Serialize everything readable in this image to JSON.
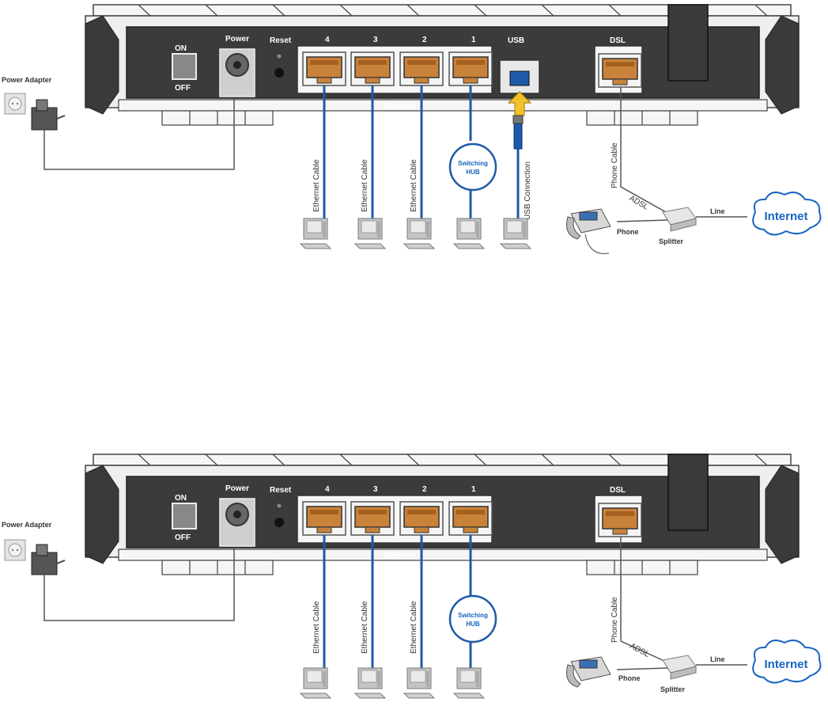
{
  "colors": {
    "panel": "#3b3b3b",
    "chassis": "#eeeeee",
    "port_fill": "#d08a3c",
    "cable": "#1e5aa8",
    "internet": "#1565c0"
  },
  "diagrams": [
    {
      "id": "with-usb",
      "power_adapter": "Power Adapter",
      "switch_on": "ON",
      "switch_off": "OFF",
      "power": "Power",
      "reset": "Reset",
      "ports": [
        "4",
        "3",
        "2",
        "1"
      ],
      "ethernet": "Ethernet",
      "usb": "USB",
      "dsl": "DSL",
      "cables": [
        "Ethernet Cable",
        "Ethernet Cable",
        "Ethernet Cable"
      ],
      "hub_line1": "Switching",
      "hub_line2": "HUB",
      "usb_connection": "USB Connection",
      "phone_cable": "Phone Cable",
      "adsl": "ADSL",
      "phone": "Phone",
      "splitter": "Splitter",
      "line": "Line",
      "internet": "Internet"
    },
    {
      "id": "without-usb",
      "power_adapter": "Power Adapter",
      "switch_on": "ON",
      "switch_off": "OFF",
      "power": "Power",
      "reset": "Reset",
      "ports": [
        "4",
        "3",
        "2",
        "1"
      ],
      "ethernet": "Ethernet",
      "dsl": "DSL",
      "cables": [
        "Ethernet Cable",
        "Ethernet Cable",
        "Ethernet Cable"
      ],
      "hub_line1": "Switching",
      "hub_line2": "HUB",
      "phone_cable": "Phone Cable",
      "adsl": "ADSL",
      "phone": "Phone",
      "splitter": "Splitter",
      "line": "Line",
      "internet": "Internet"
    }
  ]
}
